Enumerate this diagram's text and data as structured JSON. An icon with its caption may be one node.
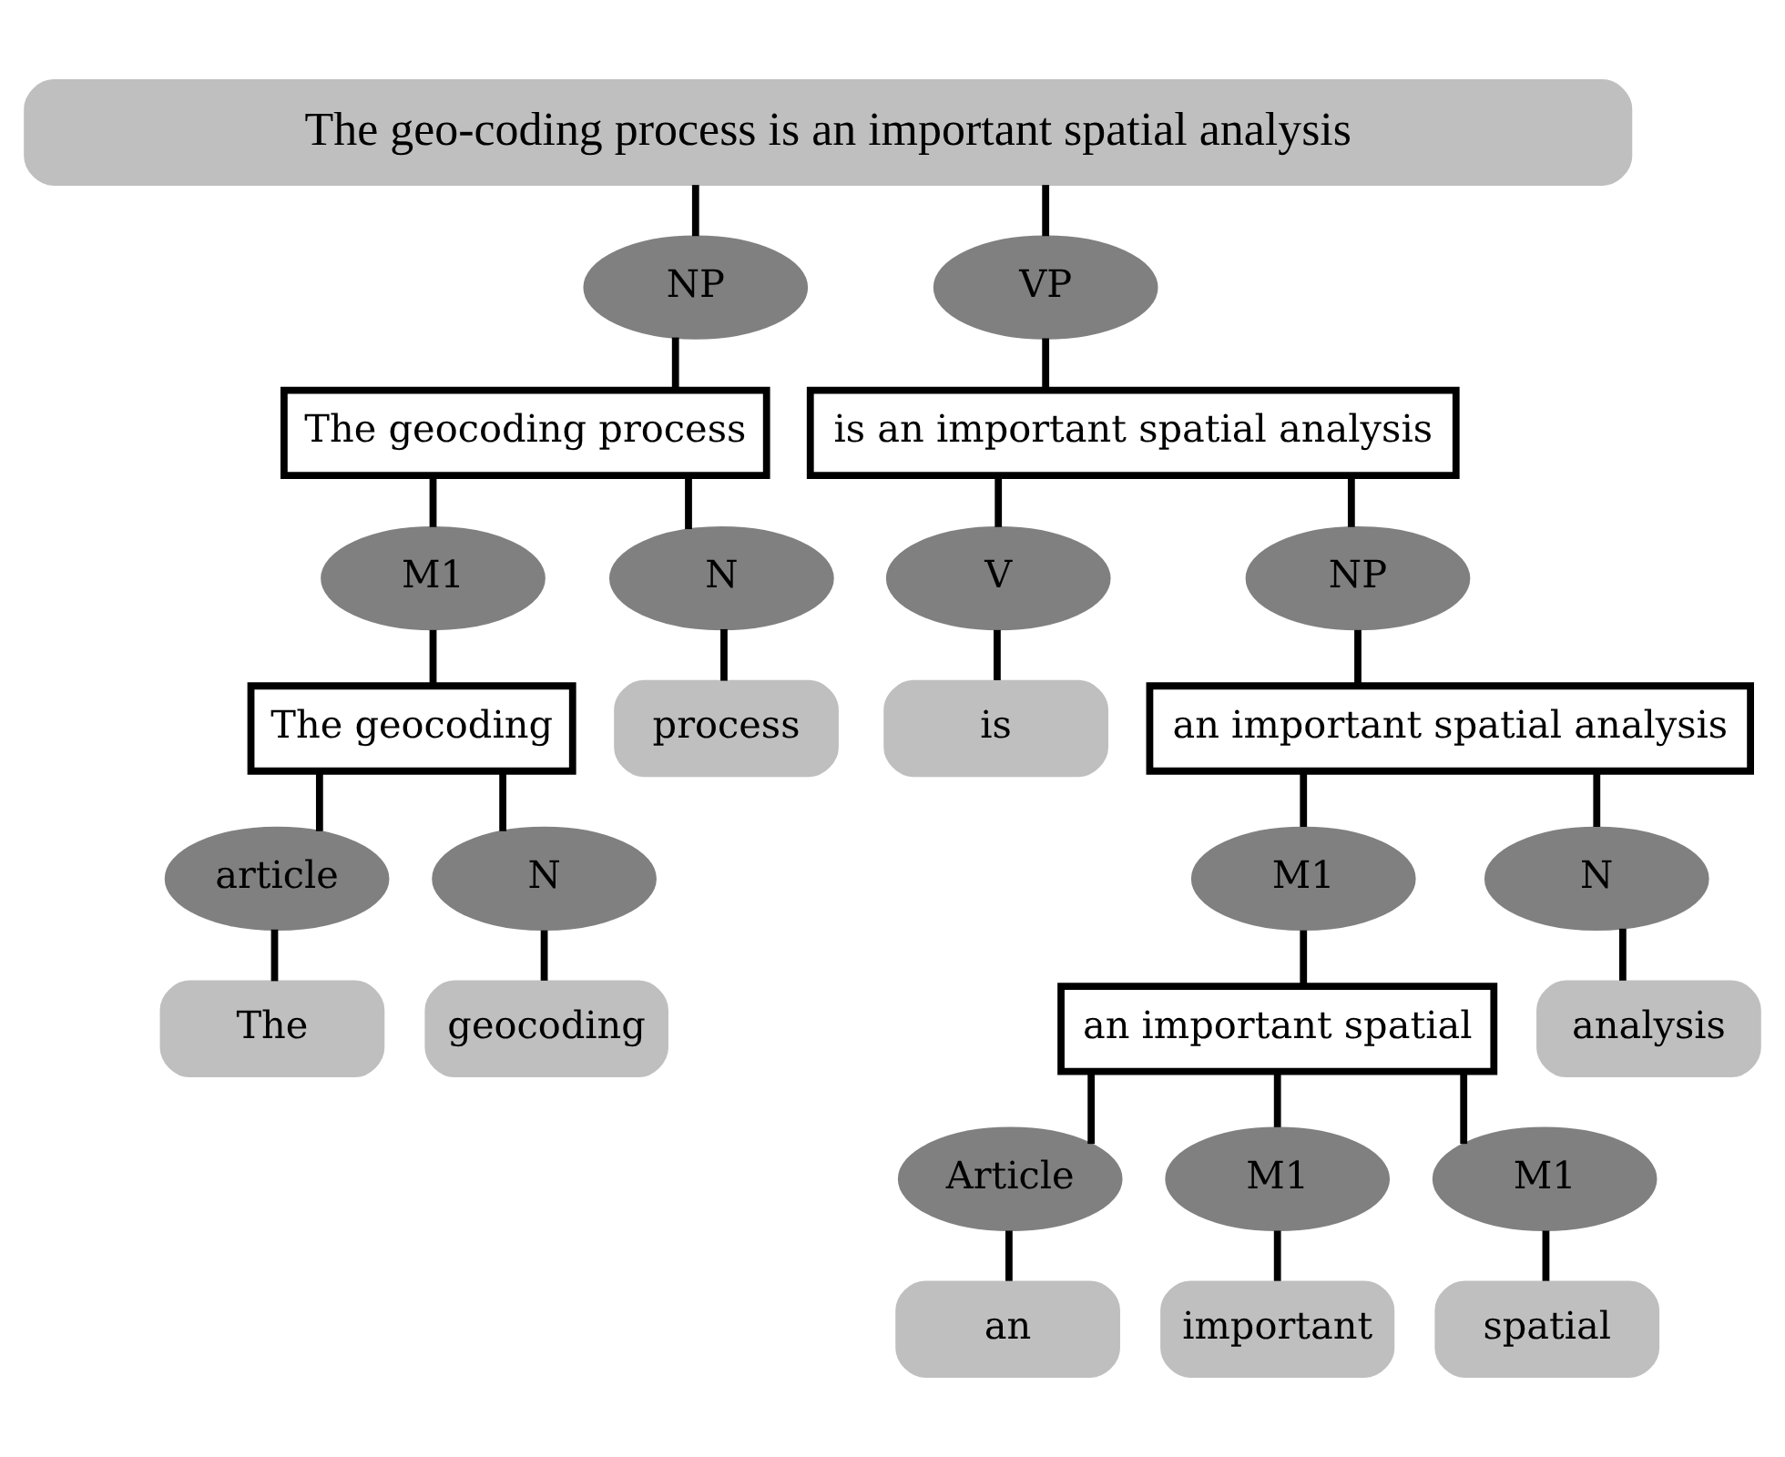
{
  "diagram": {
    "nodes": [
      {
        "text": [
          "The geo-coding process is an important spatial analysis"
        ]
      },
      {
        "text": [
          "NP"
        ]
      },
      {
        "text": [
          "VP"
        ]
      },
      {
        "text": [
          "The geocoding process"
        ]
      },
      {
        "text": [
          "is an important spatial analysis"
        ]
      },
      {
        "text": [
          "M1"
        ]
      },
      {
        "text": [
          "N"
        ]
      },
      {
        "text": [
          "V"
        ]
      },
      {
        "text": [
          "NP"
        ]
      },
      {
        "text": [
          "The geocoding"
        ]
      },
      {
        "text": [
          "process"
        ]
      },
      {
        "text": [
          "is"
        ]
      },
      {
        "text": [
          "an important spatial analysis"
        ]
      },
      {
        "text": [
          "article"
        ]
      },
      {
        "text": [
          "N"
        ]
      },
      {
        "text": [
          "M1"
        ]
      },
      {
        "text": [
          "N"
        ]
      },
      {
        "text": [
          "The"
        ]
      },
      {
        "text": [
          "geocoding"
        ]
      },
      {
        "text": [
          "an important spatial"
        ]
      },
      {
        "text": [
          "analysis"
        ]
      },
      {
        "text": [
          "Article"
        ]
      },
      {
        "text": [
          "M1"
        ]
      },
      {
        "text": [
          "M1"
        ]
      },
      {
        "text": [
          "an"
        ]
      },
      {
        "text": [
          "important"
        ]
      },
      {
        "text": [
          "spatial"
        ]
      }
    ],
    "edges": [
      {
        "from": 0,
        "to": 1,
        "arrow": "none"
      },
      {
        "from": 0,
        "to": 2,
        "arrow": "none"
      },
      {
        "from": 1,
        "to": 3,
        "arrow": "none"
      },
      {
        "from": 2,
        "to": 4,
        "arrow": "none"
      },
      {
        "from": 3,
        "to": 5,
        "arrow": "none"
      },
      {
        "from": 3,
        "to": 6,
        "arrow": "none"
      },
      {
        "from": 4,
        "to": 7,
        "arrow": "none"
      },
      {
        "from": 4,
        "to": 8,
        "arrow": "none"
      },
      {
        "from": 5,
        "to": 9,
        "arrow": "none"
      },
      {
        "from": 6,
        "to": 10,
        "arrow": "none"
      },
      {
        "from": 7,
        "to": 11,
        "arrow": "none"
      },
      {
        "from": 8,
        "to": 12,
        "arrow": "none"
      },
      {
        "from": 9,
        "to": 13,
        "arrow": "none"
      },
      {
        "from": 9,
        "to": 14,
        "arrow": "none"
      },
      {
        "from": 12,
        "to": 15,
        "arrow": "none"
      },
      {
        "from": 12,
        "to": 16,
        "arrow": "none"
      },
      {
        "from": 13,
        "to": 17,
        "arrow": "none"
      },
      {
        "from": 14,
        "to": 18,
        "arrow": "none"
      },
      {
        "from": 15,
        "to": 19,
        "arrow": "none"
      },
      {
        "from": 16,
        "to": 20,
        "arrow": "none"
      },
      {
        "from": 19,
        "to": 21,
        "arrow": "none"
      },
      {
        "from": 19,
        "to": 22,
        "arrow": "none"
      },
      {
        "from": 19,
        "to": 23,
        "arrow": "none"
      },
      {
        "from": 21,
        "to": 24,
        "arrow": "none"
      },
      {
        "from": 22,
        "to": 25,
        "arrow": "none"
      },
      {
        "from": 23,
        "to": 26,
        "arrow": "none"
      }
    ]
  }
}
